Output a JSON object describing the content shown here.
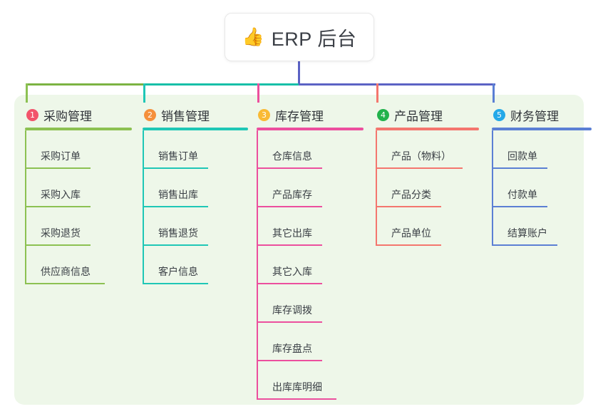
{
  "title": {
    "icon": "thumbs-up-emoji",
    "icon_glyph": "👍",
    "text": "ERP 后台"
  },
  "panel": {
    "background_color": "#eef7e9"
  },
  "connector": {
    "trunk_color": "#5b62c4",
    "bar_segments": [
      {
        "color": "#7cb342"
      },
      {
        "color": "#18bfa8"
      },
      {
        "color": "#5b62c4"
      }
    ]
  },
  "columns": [
    {
      "number": "1",
      "badge_color": "#f2546b",
      "line_color": "#8cc152",
      "title": "采购管理",
      "items": [
        {
          "label": "采购订单",
          "rule_width": 92
        },
        {
          "label": "采购入库",
          "rule_width": 92
        },
        {
          "label": "采购退货",
          "rule_width": 92
        },
        {
          "label": "供应商信息",
          "rule_width": 112
        }
      ]
    },
    {
      "number": "2",
      "badge_color": "#f5903c",
      "line_color": "#1fc7b6",
      "title": "销售管理",
      "items": [
        {
          "label": "销售订单",
          "rule_width": 92
        },
        {
          "label": "销售出库",
          "rule_width": 92
        },
        {
          "label": "销售退货",
          "rule_width": 92
        },
        {
          "label": "客户信息",
          "rule_width": 92
        }
      ]
    },
    {
      "number": "3",
      "badge_color": "#f9ba35",
      "line_color": "#ec4f9e",
      "title": "库存管理",
      "items": [
        {
          "label": "仓库信息",
          "rule_width": 92
        },
        {
          "label": "产品库存",
          "rule_width": 92
        },
        {
          "label": "其它出库",
          "rule_width": 92
        },
        {
          "label": "其它入库",
          "rule_width": 92
        },
        {
          "label": "库存调拨",
          "rule_width": 92
        },
        {
          "label": "库存盘点",
          "rule_width": 92
        },
        {
          "label": "出库库明细",
          "rule_width": 112
        }
      ]
    },
    {
      "number": "4",
      "badge_color": "#22b24c",
      "line_color": "#f4766e",
      "title": "产品管理",
      "items": [
        {
          "label": "产品（物料）",
          "rule_width": 122
        },
        {
          "label": "产品分类",
          "rule_width": 92
        },
        {
          "label": "产品单位",
          "rule_width": 92
        }
      ]
    },
    {
      "number": "5",
      "badge_color": "#24a9e8",
      "line_color": "#5b7fd4",
      "title": "财务管理",
      "items": [
        {
          "label": "回款单",
          "rule_width": 78
        },
        {
          "label": "付款单",
          "rule_width": 78
        },
        {
          "label": "结算账户",
          "rule_width": 92
        }
      ]
    }
  ]
}
